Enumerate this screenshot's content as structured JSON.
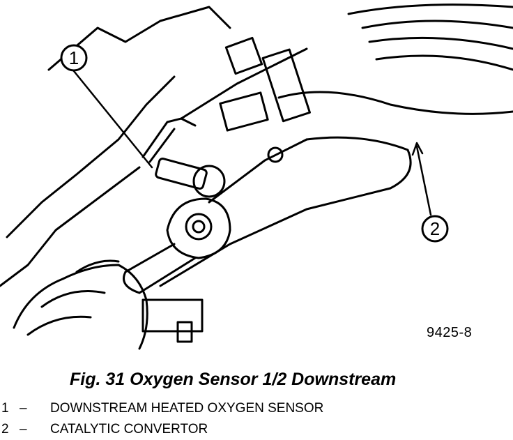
{
  "callouts": [
    {
      "number": "1"
    },
    {
      "number": "2"
    }
  ],
  "figure_id": "9425-8",
  "caption": "Fig. 31 Oxygen Sensor 1/2 Downstream",
  "legend": [
    {
      "number": "1",
      "dash": "–",
      "text": "DOWNSTREAM HEATED OXYGEN SENSOR"
    },
    {
      "number": "2",
      "dash": "–",
      "text": "CATALYTIC CONVERTOR"
    }
  ]
}
